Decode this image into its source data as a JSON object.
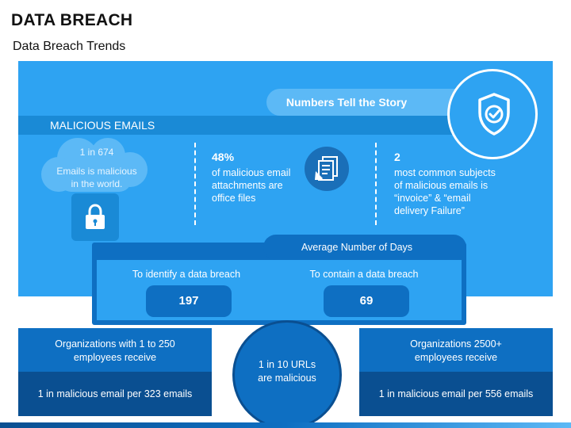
{
  "header": {
    "title": "DATA BREACH",
    "subtitle": "Data Breach Trends"
  },
  "colors": {
    "panel": "#2ea3f2",
    "dark_blue": "#0e6fc2",
    "navy": "#0a4f91",
    "light_blue": "#5cb9f6"
  },
  "story": {
    "label": "Numbers Tell the Story",
    "icon": "shield-check-icon"
  },
  "malicious": {
    "heading": "MALICIOUS EMAILS",
    "stat1": {
      "value": "1 in 674",
      "desc_line1": "Emails is malicious",
      "desc_line2": "in the world.",
      "icon": "lock-icon"
    },
    "stat2": {
      "value": "48%",
      "desc_lines": [
        "of malicious email",
        "attachments are",
        "office files"
      ],
      "icon": "documents-edit-icon"
    },
    "stat3": {
      "value": "2",
      "desc_lines": [
        "most common subjects",
        "of malicious emails is",
        "“invoice” & “email",
        "delivery Failure”"
      ]
    }
  },
  "days": {
    "heading": "Average Number of Days",
    "identify_label": "To identify a data breach",
    "identify_value": "197",
    "contain_label": "To contain a data breach",
    "contain_value": "69"
  },
  "orgs": {
    "small": {
      "line1": "Organizations with 1 to 250",
      "line2": "employees receive",
      "stat": "1 in malicious email per 323 emails"
    },
    "large": {
      "line1": "Organizations 2500+",
      "line2": "employees receive",
      "stat": "1 in malicious email per 556 emails"
    }
  },
  "urls": {
    "line1": "1 in 10 URLs",
    "line2": "are malicious"
  }
}
